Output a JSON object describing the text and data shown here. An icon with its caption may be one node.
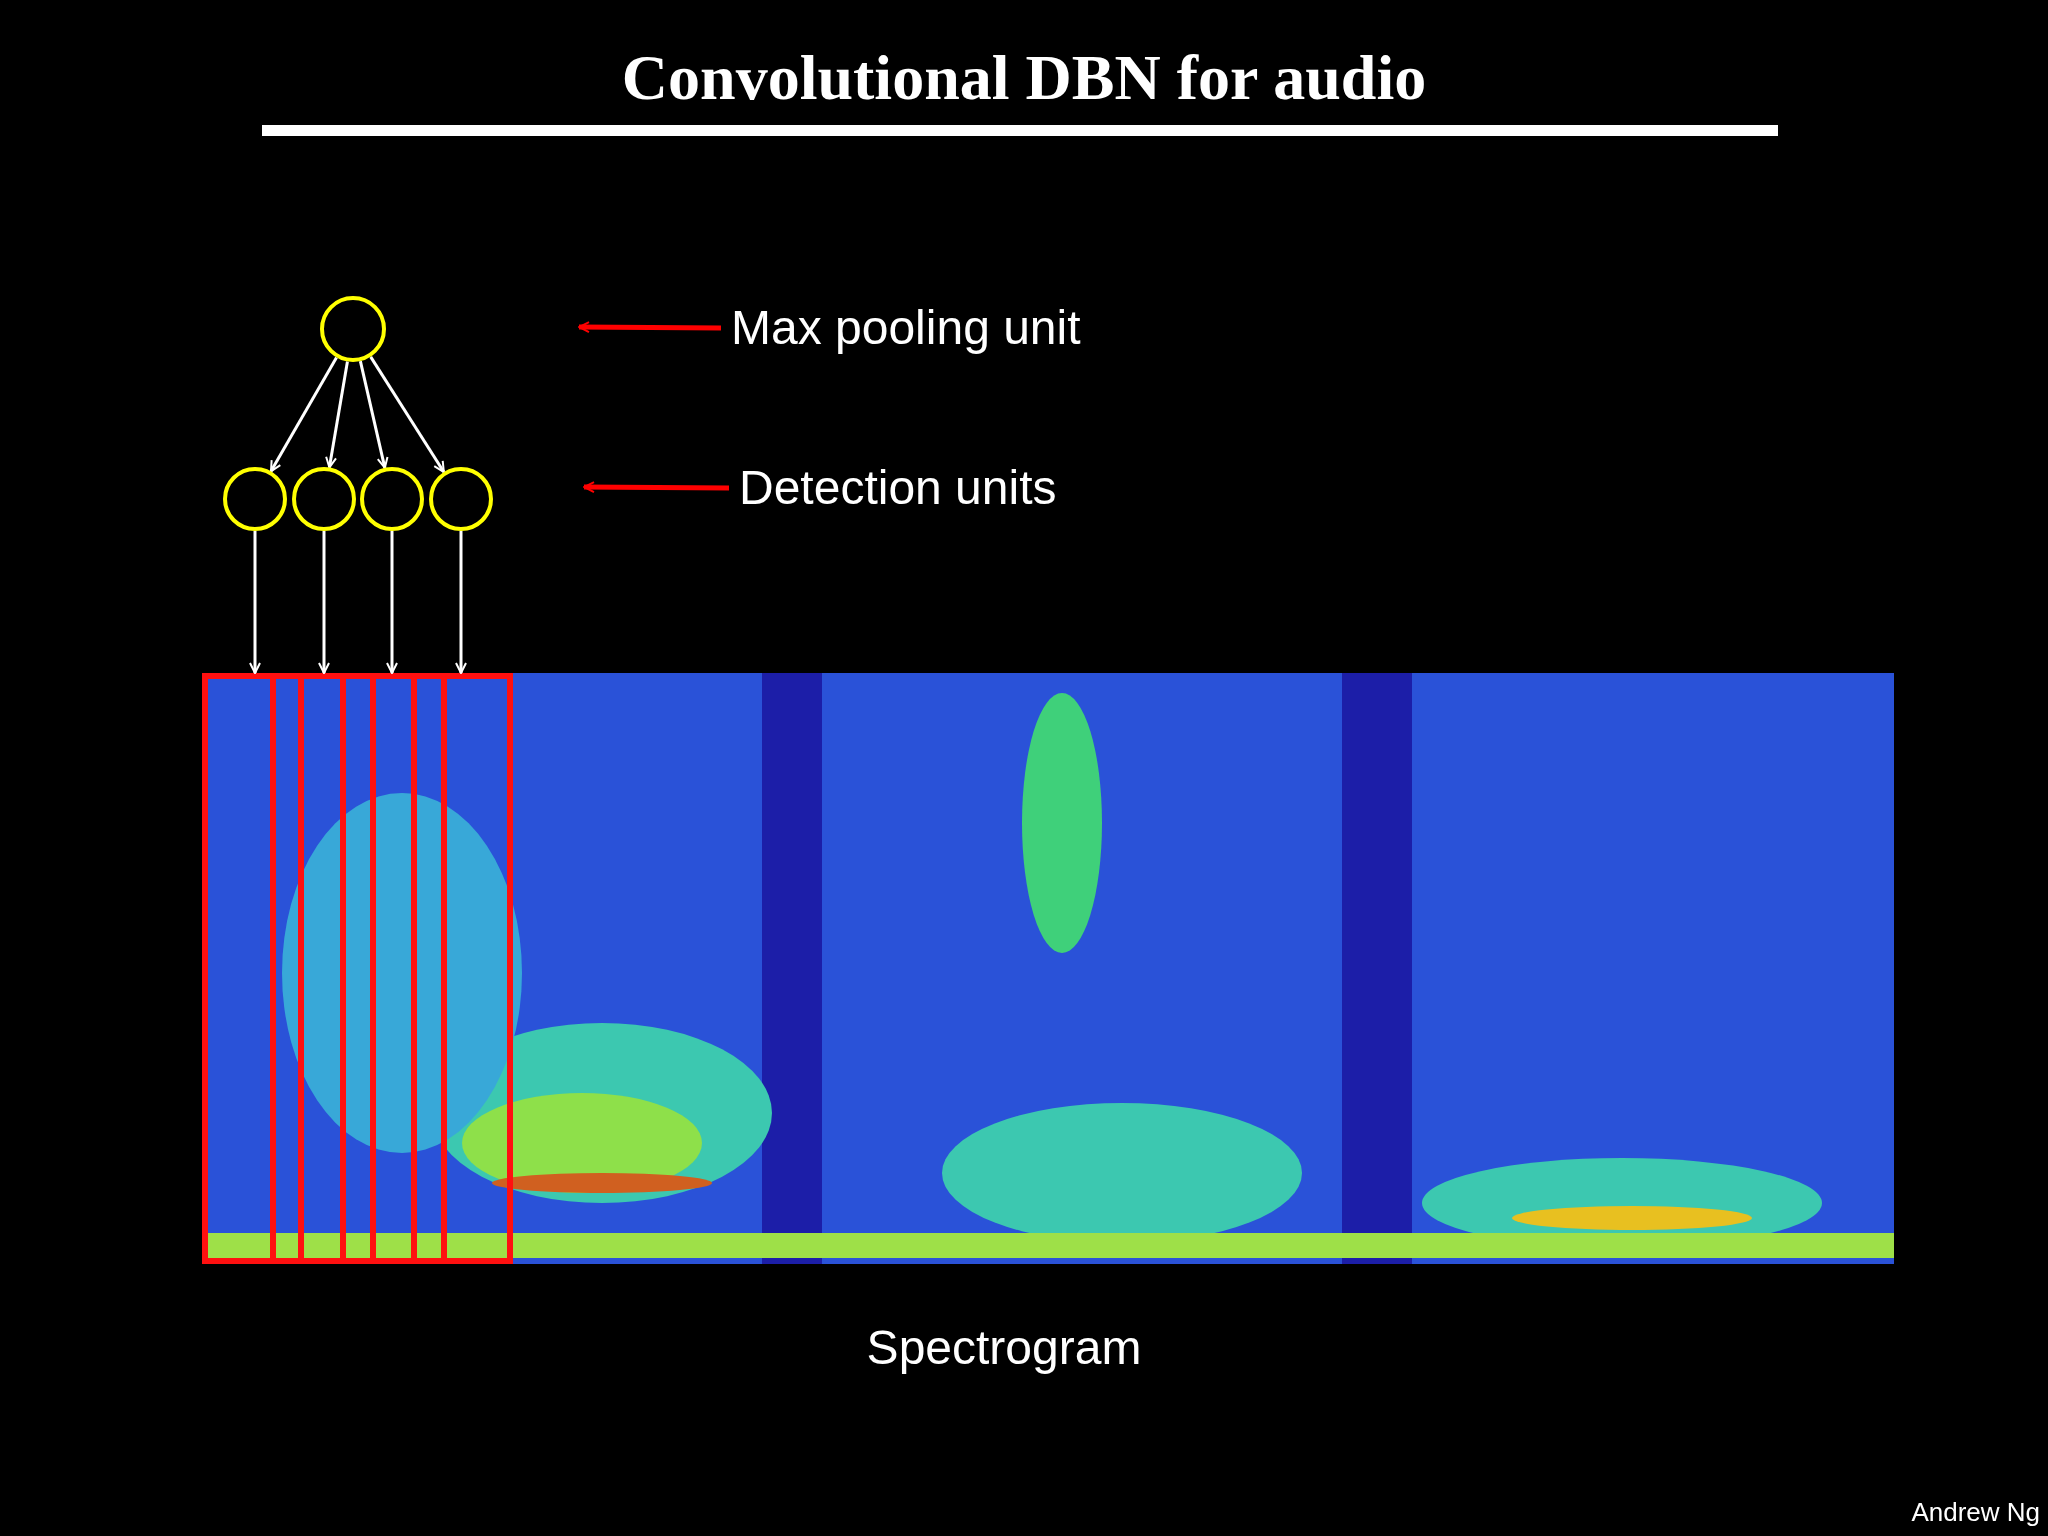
{
  "diagram": {
    "title": "Convolutional DBN for audio",
    "nodes": [
      {
        "text": [],
        "shape": "circle"
      },
      {
        "text": [
          "Max pooling unit"
        ]
      },
      {
        "text": [],
        "shape": "circle"
      },
      {
        "text": [],
        "shape": "circle"
      },
      {
        "text": [],
        "shape": "circle"
      },
      {
        "text": [],
        "shape": "circle"
      },
      {
        "text": [
          "Detection units"
        ]
      },
      {
        "text": [],
        "shape": "box"
      },
      {
        "text": [],
        "shape": "box"
      },
      {
        "text": [],
        "shape": "box"
      },
      {
        "text": [],
        "shape": "box"
      }
    ],
    "edges": [
      {
        "from": 0,
        "to": 2,
        "arrow": "to"
      },
      {
        "from": 0,
        "to": 3,
        "arrow": "to"
      },
      {
        "from": 0,
        "to": 4,
        "arrow": "to"
      },
      {
        "from": 0,
        "to": 5,
        "arrow": "to"
      },
      {
        "from": 2,
        "to": 7,
        "arrow": "to"
      },
      {
        "from": 3,
        "to": 8,
        "arrow": "to"
      },
      {
        "from": 4,
        "to": 9,
        "arrow": "to"
      },
      {
        "from": 5,
        "to": 10,
        "arrow": "to"
      },
      {
        "from": 1,
        "to": null,
        "arrow": "to",
        "color": "#ff0000"
      },
      {
        "from": 6,
        "to": null,
        "arrow": "to",
        "color": "#ff0000"
      }
    ],
    "labels": [
      "Spectrogram",
      "Andrew Ng"
    ]
  }
}
